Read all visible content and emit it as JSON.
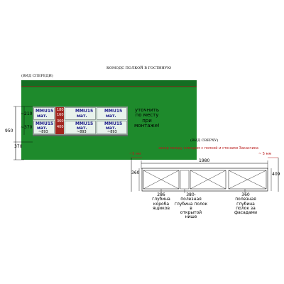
{
  "title": "КОМОДС ПОЛКОЙ В ГОСТИНУЮ",
  "front_view": {
    "label": "(ВИД СПЕРЕДИ)",
    "dims": {
      "total_height": "950",
      "drawer_top": "~210",
      "drawer_bottom": "~370",
      "plinth": "370"
    },
    "drawers": [
      {
        "code": "MMU15",
        "mat": "мат.",
        "width": "~893"
      },
      {
        "code": "MMU15",
        "mat": "мат.",
        "width": "~893"
      },
      {
        "code": "MMU15",
        "mat": "мат.",
        "width": "~893"
      },
      {
        "code": "MMU15",
        "mat": "мат.",
        "width": "~893"
      },
      {
        "code": "MMU15",
        "mat": "мат.",
        "width": "~893"
      },
      {
        "code": "MMU15",
        "mat": "мат.",
        "width": "~893"
      }
    ],
    "red_labels": [
      "180",
      "160",
      "360",
      "400"
    ],
    "note": [
      "уточнить",
      "по месту",
      "при",
      "монтаже!"
    ]
  },
  "top_view": {
    "label": "(ВИД СВЕРХУ)",
    "gap_note": "зазор между комодом с полкой и стенами Заказчика",
    "gap_left": "~5 мм",
    "gap_right": "~ 5 мм",
    "width": "1980",
    "depth_left": "360",
    "depth_right": "409",
    "notes": [
      [
        "286",
        "глубина",
        "короба",
        "ящиков"
      ],
      [
        "380-",
        "полезная",
        "глубина полок в",
        "открытой",
        "нише"
      ],
      [
        "360",
        "полезная",
        "глубина",
        "полок за",
        "фасадами"
      ]
    ]
  },
  "colors": {
    "wall": "#1e8a2c",
    "drawer": "#e8f2ec",
    "accent_red": "#a2261f",
    "dim_blue": "#1a3a8a",
    "gap_red": "#b81a1a"
  }
}
